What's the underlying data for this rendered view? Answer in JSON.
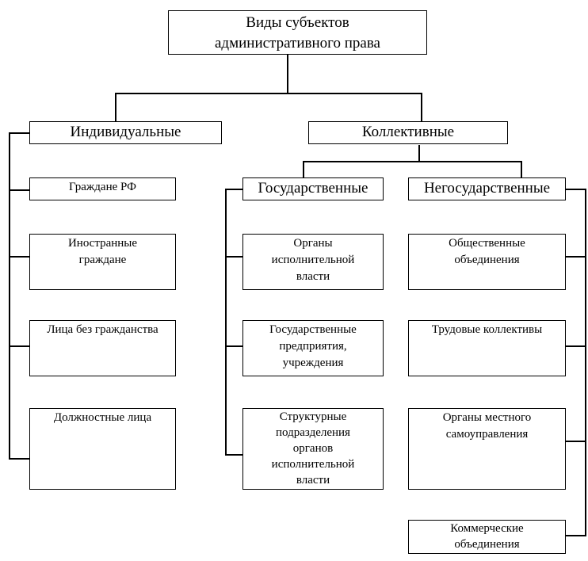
{
  "root": {
    "lines": [
      "Виды субъектов",
      "административного права"
    ]
  },
  "individual": {
    "title": "Индивидуальные",
    "items": [
      {
        "lines": [
          "Граждане РФ"
        ]
      },
      {
        "lines": [
          "Иностранные",
          "граждане"
        ]
      },
      {
        "lines": [
          "Лица без гражданства"
        ]
      },
      {
        "lines": [
          "Должностные лица"
        ]
      }
    ]
  },
  "collective": {
    "title": "Коллективные",
    "state": {
      "title": "Государственные",
      "items": [
        {
          "lines": [
            "Органы",
            "исполнительной",
            "власти"
          ]
        },
        {
          "lines": [
            "Государственные",
            "предприятия,",
            "учреждения"
          ]
        },
        {
          "lines": [
            "Структурные",
            "подразделения",
            "органов",
            "исполнительной",
            "власти"
          ]
        }
      ]
    },
    "nonstate": {
      "title": "Негосударственные",
      "items": [
        {
          "lines": [
            "Общественные",
            "объединения"
          ]
        },
        {
          "lines": [
            "Трудовые коллективы"
          ]
        },
        {
          "lines": [
            "Органы местного",
            "самоуправления"
          ]
        },
        {
          "lines": [
            "Коммерческие",
            "объединения"
          ]
        }
      ]
    }
  }
}
